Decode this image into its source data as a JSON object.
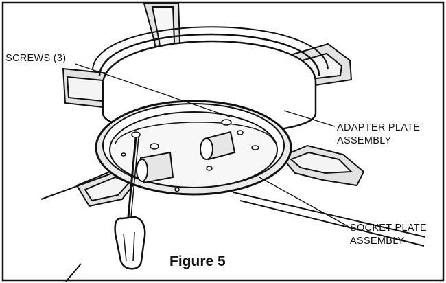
{
  "labels": {
    "screws": "SCREWS (3)",
    "adapter_line1": "ADAPTER PLATE",
    "adapter_line2": "ASSEMBLY",
    "socket_line1": "SOCKET PLATE",
    "socket_line2": "ASSEMBLY"
  },
  "caption": "Figure 5",
  "colors": {
    "ink": "#111111",
    "shade": "#d6d6d6",
    "light": "#eeeeee",
    "paper": "#ffffff"
  }
}
